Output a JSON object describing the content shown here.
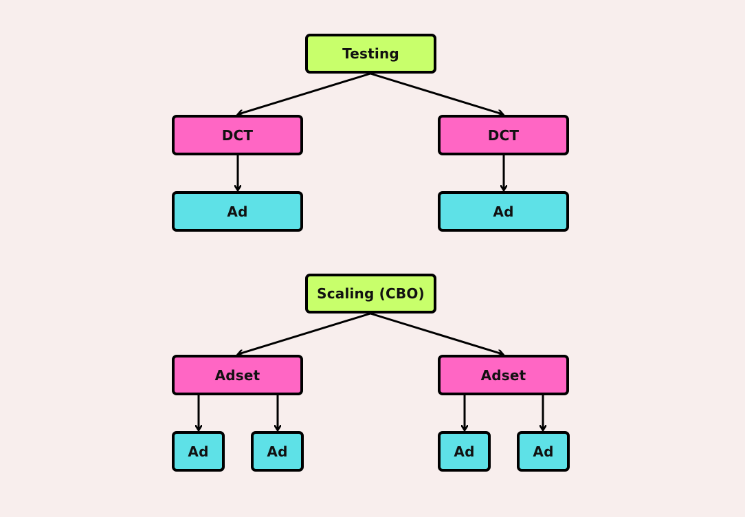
{
  "colors": {
    "background": "#f8eeed",
    "root_fill": "#c8ff6b",
    "mid_fill": "#ff66c4",
    "leaf_fill": "#5ee1e7",
    "stroke": "#000000"
  },
  "testing": {
    "root_label": "Testing",
    "left_mid_label": "DCT",
    "right_mid_label": "DCT",
    "left_leaf_label": "Ad",
    "right_leaf_label": "Ad"
  },
  "scaling": {
    "root_label": "Scaling (CBO)",
    "left_mid_label": "Adset",
    "right_mid_label": "Adset",
    "leaves": [
      "Ad",
      "Ad",
      "Ad",
      "Ad"
    ]
  }
}
